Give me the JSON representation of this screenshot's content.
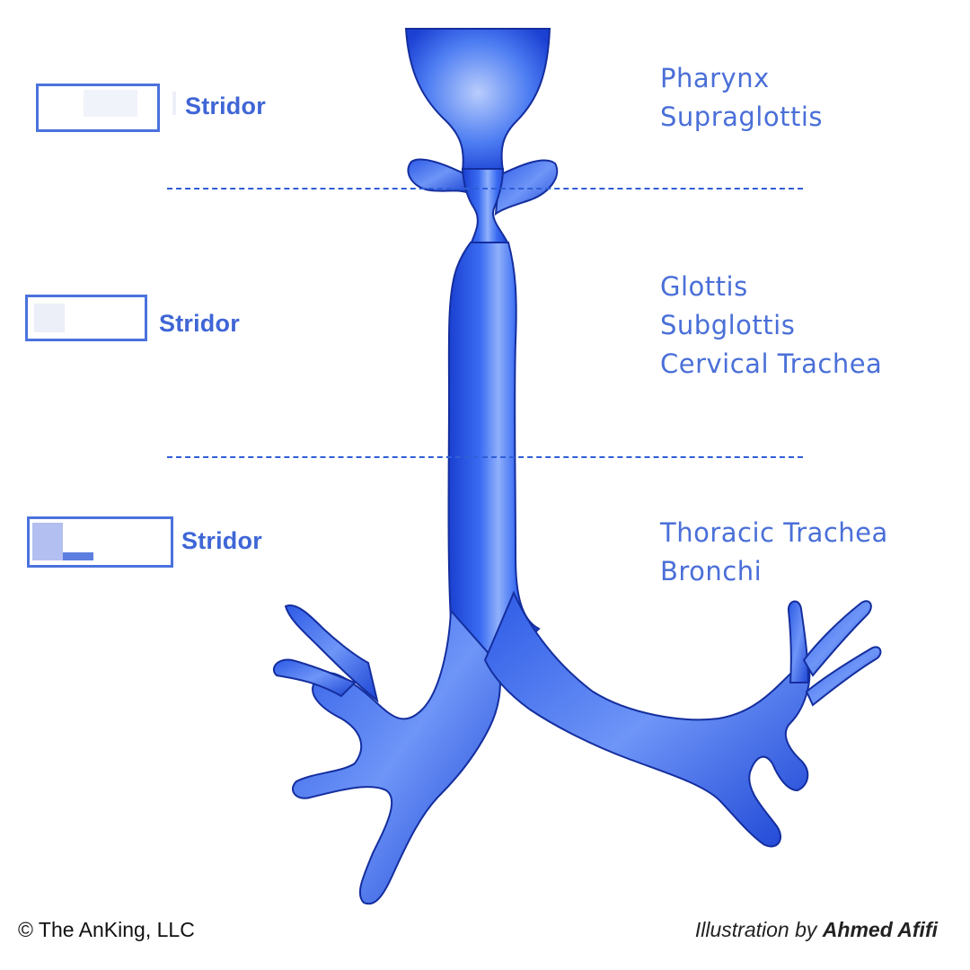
{
  "colors": {
    "airway_blue": "#1e4fe0",
    "label_blue": "#4a6fd8",
    "stridor_blue": "#3f66d6",
    "divider_blue": "#2f5fd6"
  },
  "levels": [
    {
      "stridor_label": "Stridor",
      "regions": [
        "Pharynx",
        "Supraglottis"
      ]
    },
    {
      "stridor_label": "Stridor",
      "regions": [
        "Glottis",
        "Subglottis",
        "Cervical Trachea"
      ]
    },
    {
      "stridor_label": "Stridor",
      "regions": [
        "Thoracic Trachea",
        "Bronchi"
      ]
    }
  ],
  "footer": {
    "copyright": "© The AnKing, LLC",
    "credit_prefix": "Illustration by ",
    "credit_name": "Ahmed Afifi"
  }
}
